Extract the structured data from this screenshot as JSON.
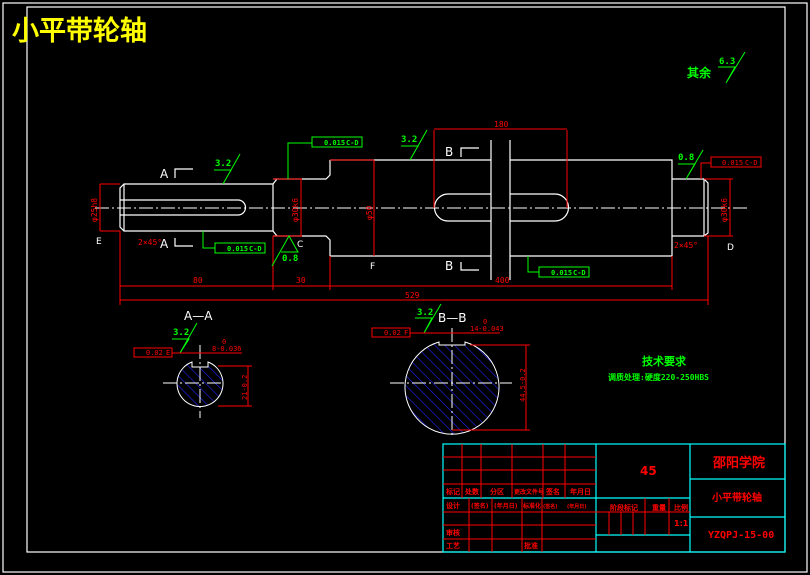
{
  "title": "小平带轮轴",
  "roughness_general": {
    "label": "其余",
    "value": "6.3"
  },
  "roughness": [
    "3.2",
    "3.2",
    "0.8",
    "0.8",
    "3.2",
    "3.2"
  ],
  "tolerances": {
    "runout": "0.015",
    "datum": "C-D",
    "sym_a": "0.02",
    "sym_a_datum": "E",
    "sym_b": "0.02",
    "sym_b_datum": "F"
  },
  "datums": [
    "E",
    "C",
    "F",
    "D"
  ],
  "section_labels": {
    "a": "A",
    "b": "B",
    "aa": "A—A",
    "bb": "B—B"
  },
  "dims": {
    "d1": "80",
    "d2": "30",
    "d3": "400",
    "total": "529",
    "key": "180",
    "chamfer": "2×45°",
    "key_a": "8-0.036",
    "key_a_top": "0",
    "depth_a": "21-0.2",
    "key_b": "14-0.043",
    "key_b_top": "0",
    "depth_b": "44.5-0.2",
    "dia_left": "φ25h8",
    "dia_mid": "φ30k6",
    "dia_big": "φ50",
    "dia_right": "φ30k6"
  },
  "tech": {
    "title": "技术要求",
    "text": "调质处理:硬度220-250HBS"
  },
  "title_block": {
    "material": "45",
    "school": "邵阳学院",
    "part": "小平带轮轴",
    "drawing_no": "YZQPJ-15-00",
    "row_headers": [
      "标记",
      "处数",
      "分区",
      "更改文件号",
      "签名",
      "年月日"
    ],
    "design_row": [
      "设计",
      "(签名)",
      "(年月日)",
      "标准化",
      "(签名)",
      "(年月日)"
    ],
    "review": "审核",
    "process": "工艺",
    "approve": "批准",
    "stage": "阶段标记",
    "weight": "重量",
    "scale_label": "比例",
    "scale": "1:1"
  }
}
